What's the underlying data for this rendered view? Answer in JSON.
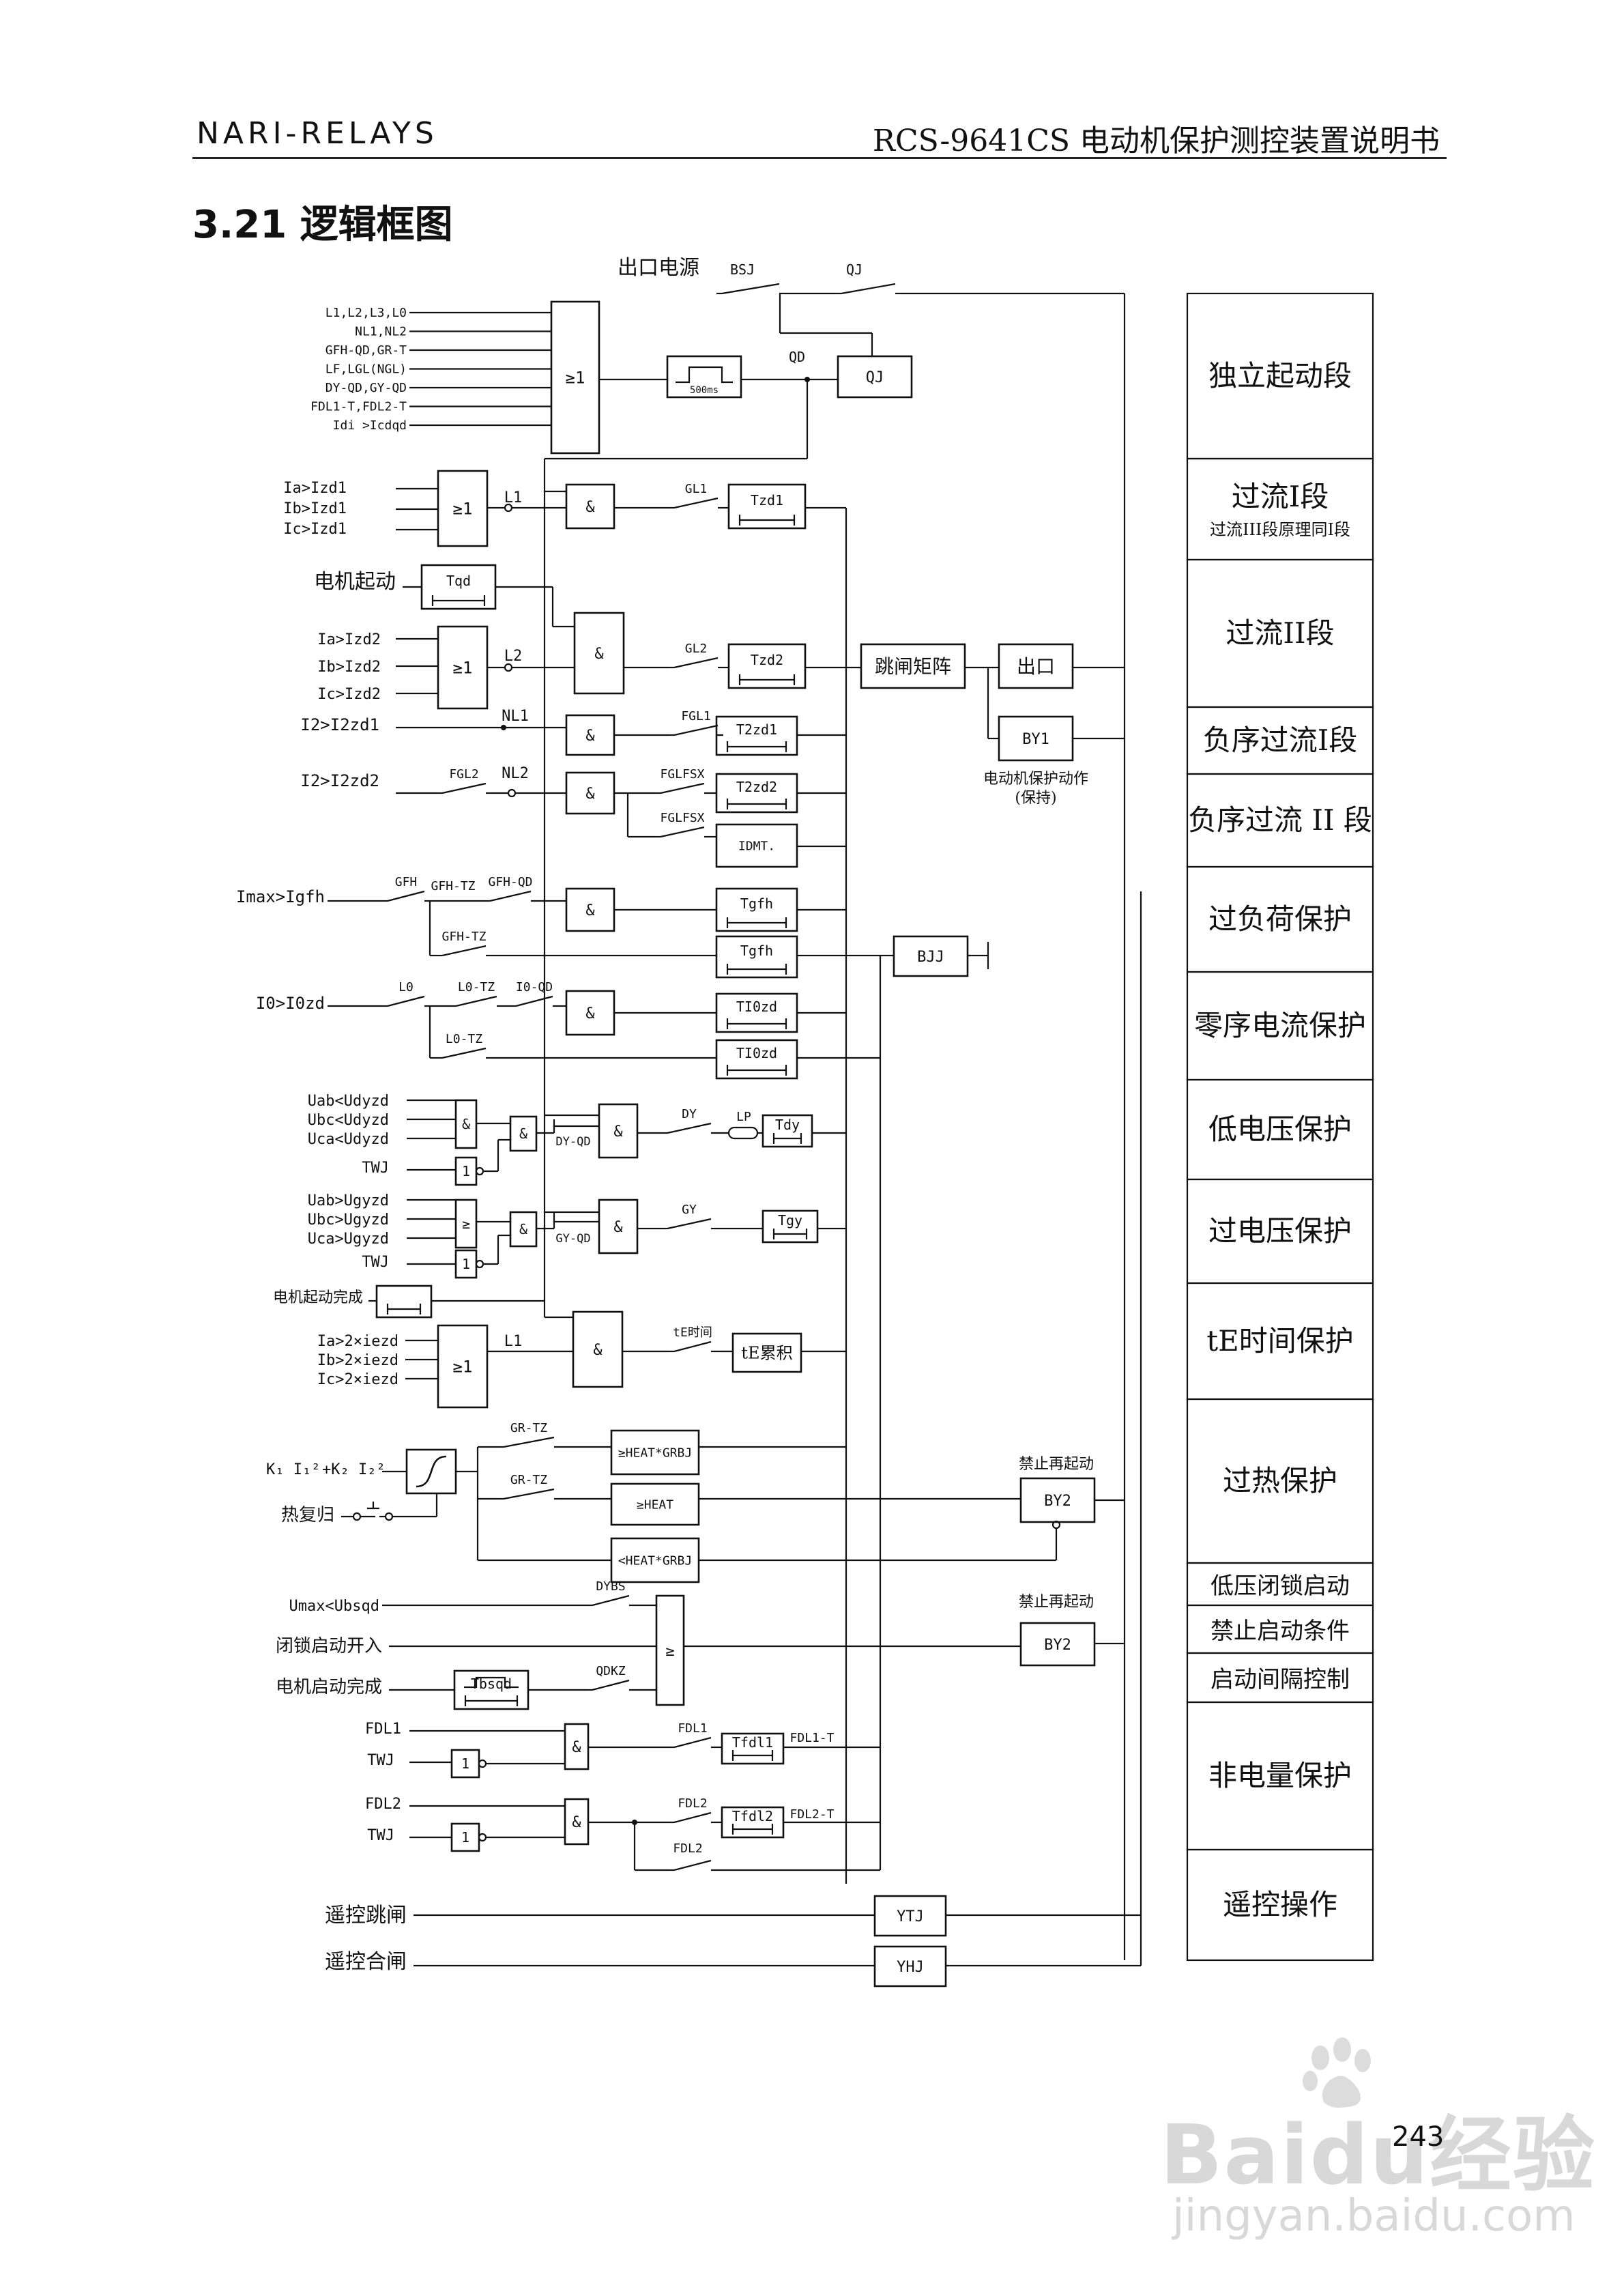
{
  "header": {
    "left": "NARI-RELAYS",
    "right": "RCS-9641CS 电动机保护测控装置说明书"
  },
  "section_title": "3.21 逻辑框图",
  "page_number": "243",
  "watermark": {
    "brand": "Baidu经验",
    "url": "jingyan.baidu.com"
  },
  "diagram": {
    "top": {
      "power_label": "出口电源",
      "bsj": "BSJ",
      "qj": "QJ",
      "qd": "QD",
      "qj_box": "QJ",
      "or_inputs": [
        "L1,L2,L3,L0",
        "NL1,NL2",
        "GFH-QD,GR-T",
        "LF,LGL(NGL)",
        "DY-QD,GY-QD",
        "FDL1-T,FDL2-T",
        "Idi >Icdqd"
      ],
      "or_sym": "≥1",
      "pulse": "500ms"
    },
    "oc1": {
      "inputs": [
        "Ia>Izd1",
        "Ib>Izd1",
        "Ic>Izd1"
      ],
      "or": "≥1",
      "node": "L1",
      "and": "&",
      "switch": "GL1",
      "timer": "Tzd1"
    },
    "start": {
      "label": "电机起动",
      "timer": "Tqd"
    },
    "oc2": {
      "inputs": [
        "Ia>Izd2",
        "Ib>Izd2",
        "Ic>Izd2"
      ],
      "or": "≥1",
      "node": "L2",
      "and": "&",
      "switch": "GL2",
      "timer": "Tzd2"
    },
    "matrix": "跳闸矩阵",
    "out": "出口",
    "by1": "BY1",
    "by1_caption": [
      "电动机保护动作",
      "(保持)"
    ],
    "neg1": {
      "input": "I2>I2zd1",
      "node": "NL1",
      "and": "&",
      "switch": "FGL1",
      "timer": "T2zd1"
    },
    "neg2": {
      "input": "I2>I2zd2",
      "sw": "FGL2",
      "node": "NL2",
      "and": "&",
      "switch": "FGLFSX",
      "timer": "T2zd2",
      "switch2": "FGLFSX",
      "timer2": "IDMT."
    },
    "ovl": {
      "input": "Imax>Igfh",
      "sw1": "GFH",
      "sw2": "GFH-TZ",
      "sw3": "GFH-QD",
      "sw4": "GFH-TZ",
      "and": "&",
      "timer1": "Tgfh",
      "timer2": "Tgfh",
      "bjj": "BJJ"
    },
    "zero": {
      "input": "I0>I0zd",
      "sw1": "L0",
      "sw2": "L0-TZ",
      "sw3": "I0-QD",
      "sw4": "L0-TZ",
      "and": "&",
      "timer1": "TI0zd",
      "timer2": "TI0zd"
    },
    "uv": {
      "inputs": [
        "Uab<Udyzd",
        "Ubc<Udyzd",
        "Uca<Udyzd"
      ],
      "twj": "TWJ",
      "not": "1",
      "and": "&",
      "sw_qd": "DY-QD",
      "sw": "DY",
      "lp": "LP",
      "timer": "Tdy"
    },
    "ov": {
      "inputs": [
        "Uab>Ugyzd",
        "Ubc>Ugyzd",
        "Uca>Ugyzd"
      ],
      "twj": "TWJ",
      "not": "1",
      "or": "≥",
      "and": "&",
      "sw_qd": "GY-QD",
      "sw": "GY",
      "timer": "Tgy"
    },
    "te": {
      "done": "电机起动完成",
      "inputs": [
        "Ia>2×iezd",
        "Ib>2×iezd",
        "Ic>2×iezd"
      ],
      "or": "≥1",
      "node": "L1",
      "and": "&",
      "sw": "tE时间",
      "timer": "tE累积"
    },
    "heat": {
      "formula_k1": "K₁ I₁²",
      "formula_k2": "+K₂ I₂²",
      "reset": "热复归",
      "sw1": "GR-TZ",
      "sw2": "GR-TZ",
      "box1": "≥HEAT*GRBJ",
      "box2": "≥HEAT",
      "box3": "<HEAT*GRBJ",
      "by2_caption": "禁止再起动",
      "by2": "BY2"
    },
    "block": {
      "in1": "Umax<Ubsqd",
      "in2": "闭锁启动开入",
      "in3": "电机启动完成",
      "sw1": "DYBS",
      "sw2": "QDKZ",
      "timer": "Tbsqd",
      "or": "≥",
      "by2_caption": "禁止再起动",
      "by2": "BY2"
    },
    "fdl1": {
      "in": "FDL1",
      "twj": "TWJ",
      "not": "1",
      "and": "&",
      "sw": "FDL1",
      "timer": "Tfdl1",
      "out": "FDL1-T"
    },
    "fdl2": {
      "in": "FDL2",
      "twj": "TWJ",
      "not": "1",
      "and": "&",
      "sw": "FDL2",
      "sw2": "FDL2",
      "timer": "Tfdl2",
      "out": "FDL2-T"
    },
    "remote": {
      "trip": "遥控跳闸",
      "close": "遥控合闸",
      "ytj": "YTJ",
      "yhj": "YHJ"
    }
  },
  "right_column": [
    [
      "独立起动段"
    ],
    [
      "过流I段",
      "过流III段原理同I段"
    ],
    [
      "过流II段"
    ],
    [
      "负序过流I段"
    ],
    [
      "负序过流 II 段"
    ],
    [
      "过负荷保护"
    ],
    [
      "零序电流保护"
    ],
    [
      "低电压保护"
    ],
    [
      "过电压保护"
    ],
    [
      "tE时间保护"
    ],
    [
      "过热保护"
    ],
    [
      "低压闭锁启动"
    ],
    [
      "禁止启动条件"
    ],
    [
      "启动间隔控制"
    ],
    [
      "非电量保护"
    ],
    [
      "遥控操作"
    ]
  ]
}
